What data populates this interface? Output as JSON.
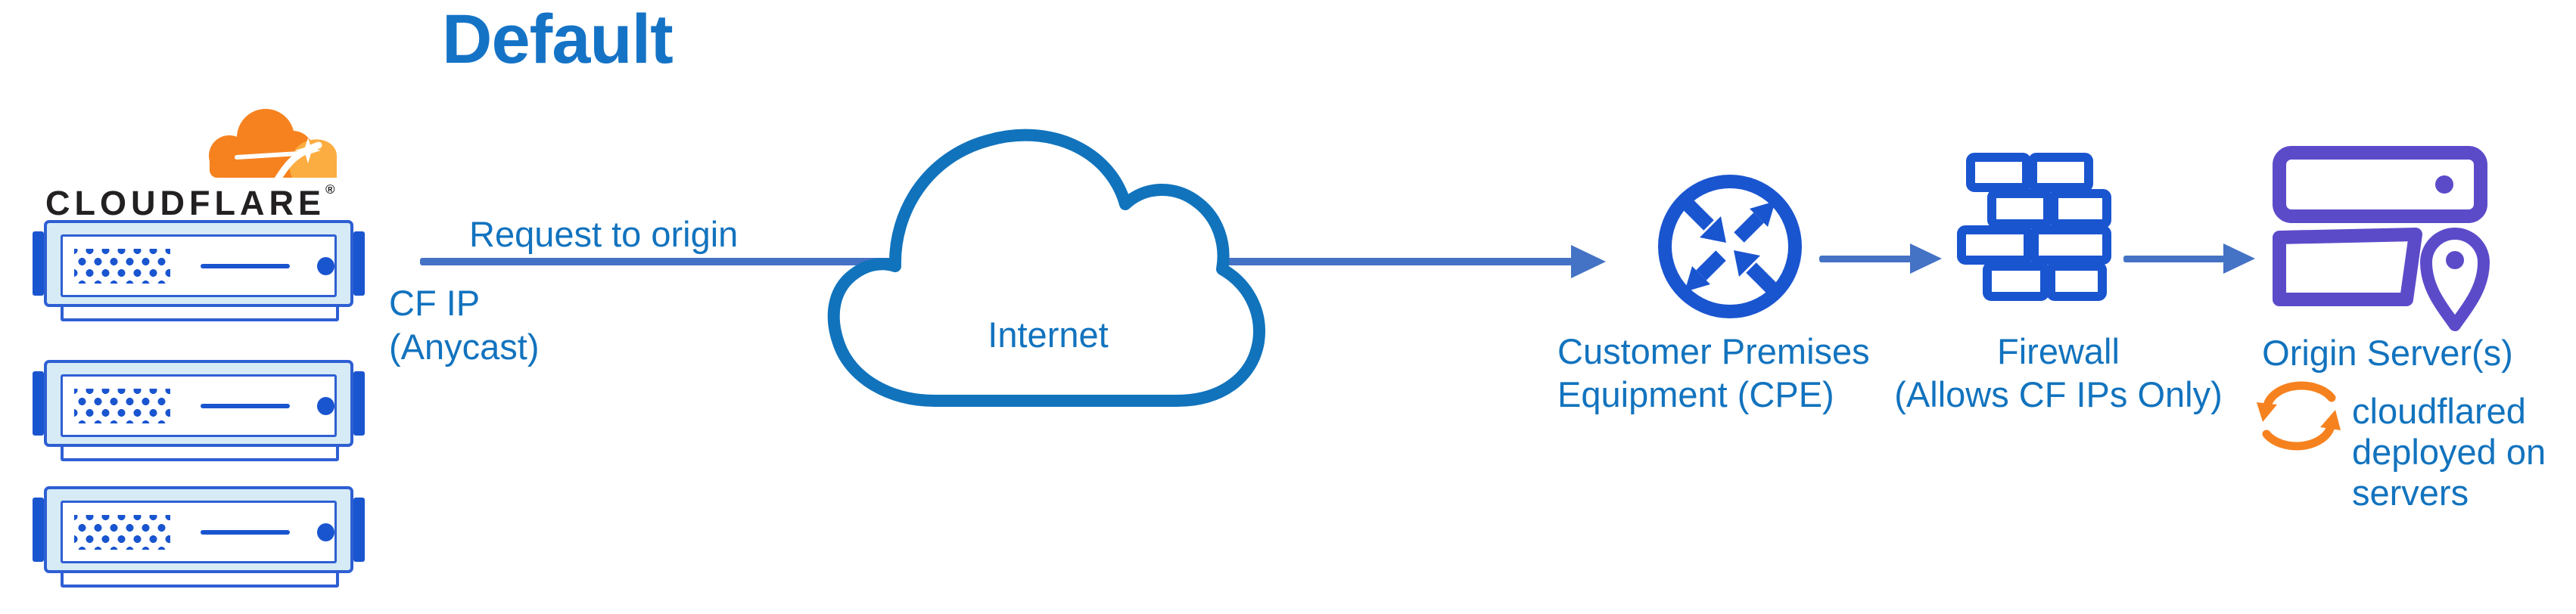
{
  "title": "Default",
  "logo": {
    "wordmark": "CLOUDFLARE",
    "registered": "®"
  },
  "flow": {
    "request_label": "Request to origin",
    "cf_ip_line1": "CF IP",
    "cf_ip_line2": "(Anycast)",
    "internet_label": "Internet",
    "cpe_line1": "Customer Premises",
    "cpe_line2": "Equipment (CPE)",
    "firewall_line1": "Firewall",
    "firewall_line2": "(Allows CF IPs Only)",
    "origin_label": "Origin Server(s)",
    "note_line1": "cloudflared",
    "note_line2": "deployed on",
    "note_line3": "servers"
  },
  "icons": {
    "cloudflare_logo": "orange cloudflare cloud with sparkle",
    "server_rack": "blue edge server chassis x3",
    "internet_cloud": "outlined cloud",
    "cpe_router": "circle with four diagonal exchange arrows",
    "firewall": "brick wall",
    "origin_servers": "purple stacked servers with location pin",
    "sync": "orange circular refresh arrows"
  },
  "colors": {
    "background": "#FFFFFF",
    "title_blue": "#1573C6",
    "label_blue": "#1273BE",
    "arrow_blue": "#4472C4",
    "icon_blue": "#1A55D0",
    "server_outline": "#2E5FD3",
    "server_fill": "#D6EBF5",
    "cloud_stroke": "#1173BC",
    "purple": "#5C4BC9",
    "orange": "#F6821F",
    "orange_light": "#FBAD41",
    "wordmark_black": "#232021"
  }
}
